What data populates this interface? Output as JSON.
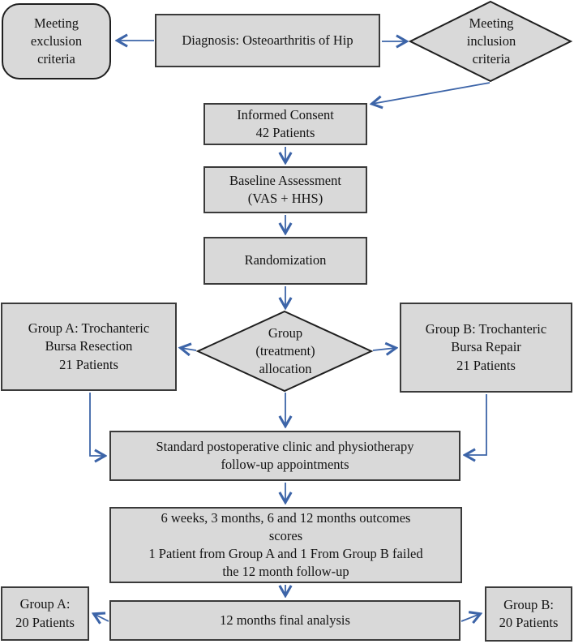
{
  "figure": {
    "title": "Study flow diagram",
    "type": "flowchart"
  },
  "colors": {
    "background": "#ffffff",
    "node_fill": "#d9d9d9",
    "node_border": "#3a3a3a",
    "shape_border": "#1f1f1f",
    "arrow": "#3c64a8",
    "text": "#141414"
  },
  "nodes": {
    "exclusion": {
      "lines": [
        "Meeting",
        "exclusion",
        "criteria"
      ]
    },
    "diagnosis": {
      "label": "Diagnosis: Osteoarthritis of Hip"
    },
    "inclusion": {
      "lines": [
        "Meeting",
        "inclusion",
        "criteria"
      ]
    },
    "consent": {
      "lines": [
        "Informed Consent",
        "42 Patients"
      ]
    },
    "baseline": {
      "lines": [
        "Baseline Assessment",
        "(VAS + HHS)"
      ]
    },
    "randomization": {
      "label": "Randomization"
    },
    "allocation": {
      "lines": [
        "Group",
        "(treatment)",
        "allocation"
      ]
    },
    "group_a": {
      "lines": [
        "Group A: Trochanteric",
        "Bursa Resection",
        "21 Patients"
      ]
    },
    "group_b": {
      "lines": [
        "Group B: Trochanteric",
        "Bursa Repair",
        "21 Patients"
      ]
    },
    "standard": {
      "lines": [
        "Standard postoperative clinic and physiotherapy",
        "follow-up appointments"
      ]
    },
    "outcomes": {
      "lines": [
        "6 weeks, 3 months, 6 and 12 months outcomes",
        "scores",
        "1 Patient from Group A and 1 From Group B failed",
        "the 12 month follow-up"
      ]
    },
    "final": {
      "label": "12 months final analysis"
    },
    "group_a_final": {
      "lines": [
        "Group A:",
        "20 Patients"
      ]
    },
    "group_b_final": {
      "lines": [
        "Group B:",
        "20 Patients"
      ]
    }
  }
}
